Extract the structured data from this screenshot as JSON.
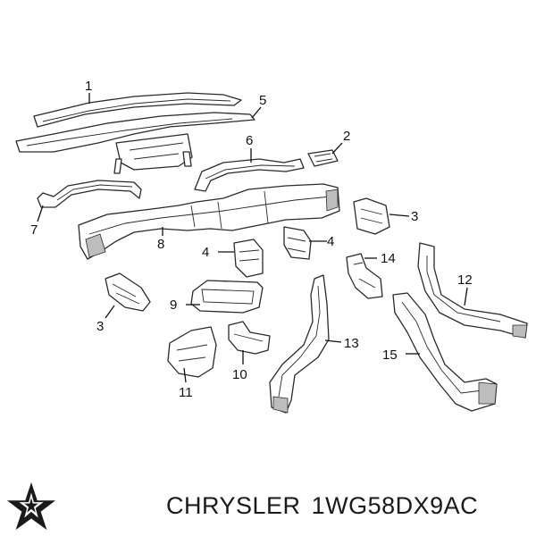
{
  "callouts": [
    "1",
    "5",
    "2",
    "6",
    "3",
    "7",
    "8",
    "4",
    "4",
    "14",
    "12",
    "3",
    "9",
    "13",
    "15",
    "11",
    "10"
  ],
  "footer": {
    "brand": "CHRYSLER",
    "part_number": "1WG58DX9AC"
  },
  "icons": {
    "logo": "chrysler-pentastar-logo"
  },
  "colors": {
    "line": "#2a2a2a",
    "shade": "#bdbdbd",
    "text": "#1a1a1a"
  }
}
